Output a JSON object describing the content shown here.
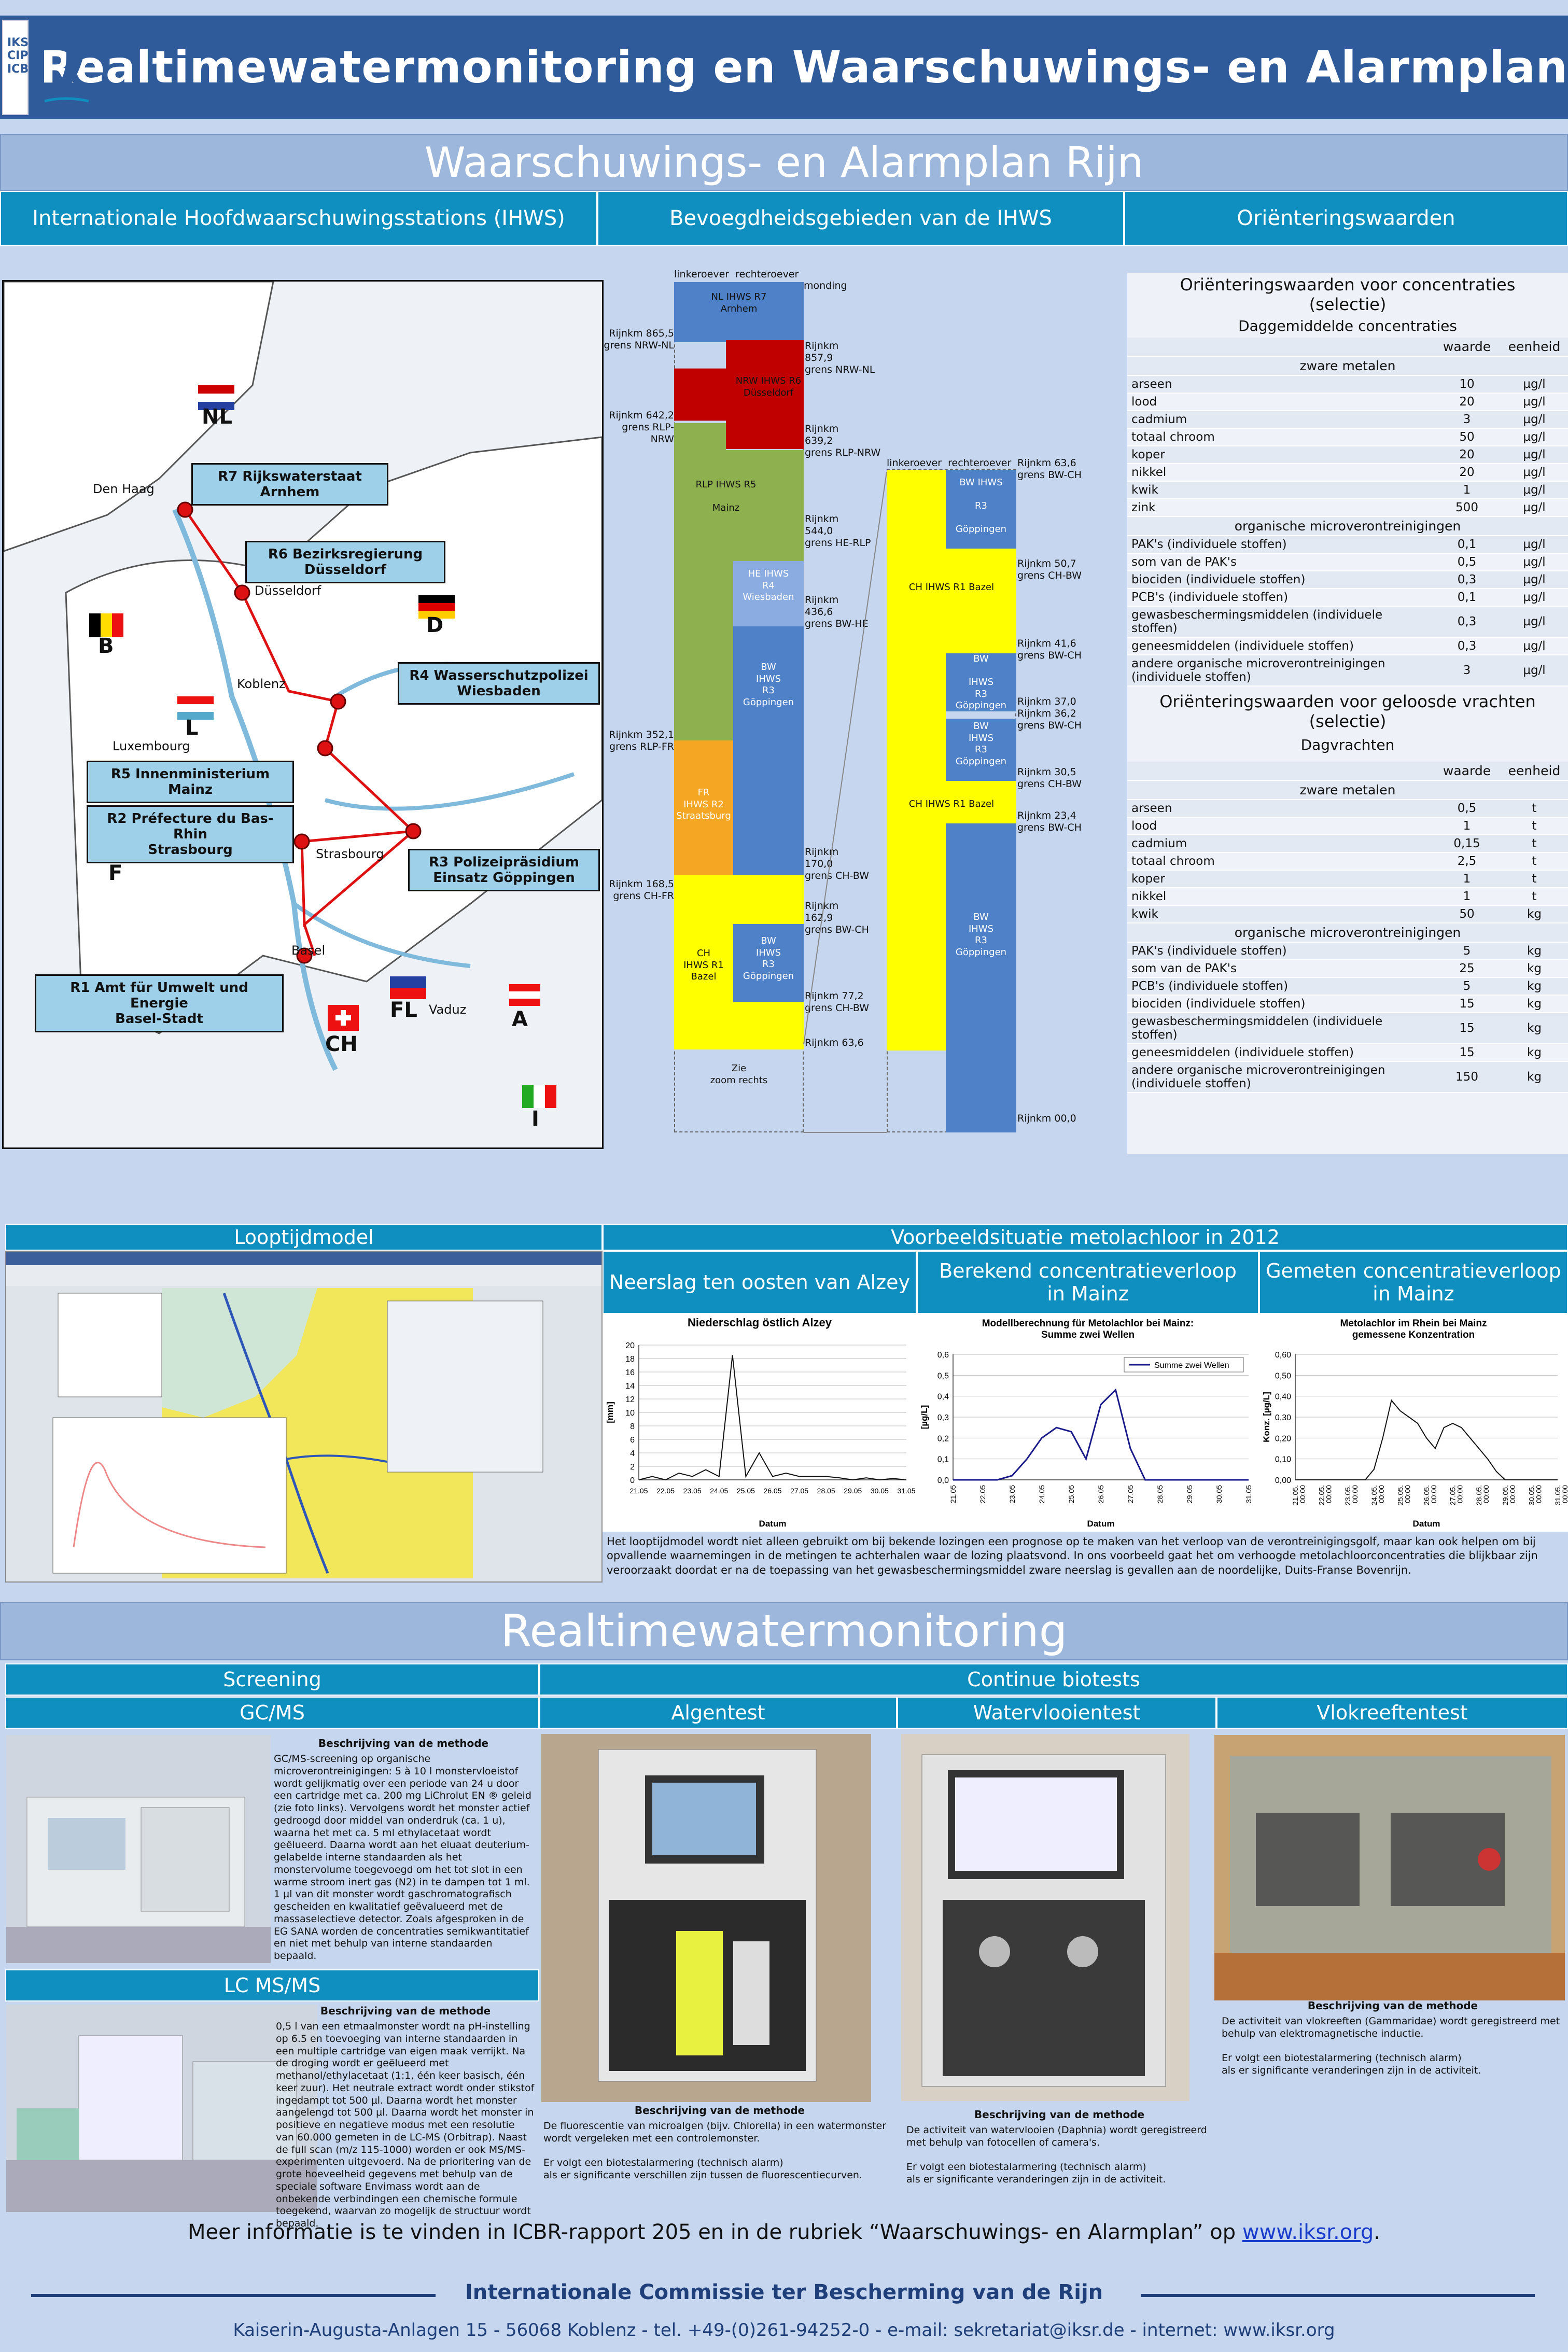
{
  "header": {
    "logo_lines": [
      "IKSR",
      "CIPR",
      "ICBR"
    ],
    "title": "Realtimewatermonitoring en Waarschuwings- en Alarmplan"
  },
  "section1": {
    "title": "Waarschuwings- en Alarmplan Rijn",
    "tabs": [
      "Internationale Hoofdwaarschuwingsstations (IHWS)",
      "Bevoegdheidsgebieden van de IHWS",
      "Oriënteringswaarden"
    ]
  },
  "map": {
    "countries": [
      "NL",
      "B",
      "D",
      "L",
      "F",
      "CH",
      "FL",
      "A",
      "I"
    ],
    "stations": [
      "R7 Rijkswaterstaat\nArnhem",
      "R6 Bezirksregierung\nDüsseldorf",
      "R4 Wasserschutzpolizei\nWiesbaden",
      "R5 Innenministerium\nMainz",
      "R2 Préfecture du Bas-Rhin\nStrasbourg",
      "R3 Polizeipräsidium\nEinsatz Göppingen",
      "R1 Amt für Umwelt und Energie\nBasel-Stadt"
    ],
    "cities": [
      "Den Haag",
      "Düsseldorf",
      "Koblenz",
      "Luxembourg",
      "Strasbourg",
      "Basel",
      "Vaduz"
    ]
  },
  "diagram": {
    "left_header": "linkeroever  rechteroever",
    "monding": "monding",
    "left_segments": [
      "NL IHWS R7\nArnhem",
      "NRW IHWS R6\nDüsseldorf",
      "RLP IHWS R5\n\nMainz",
      "HE IHWS\nR4\nWiesbaden",
      "BW\nIHWS\nR3\nGöppingen",
      "FR\nIHWS R2\nStraatsburg",
      "CH\nIHWS R1\nBazel",
      "BW\nIHWS\nR3\nGöppingen",
      "Zie\nzoom rechts"
    ],
    "left_km": [
      "Rijnkm 865,5\ngrens NRW-NL",
      "Rijnkm 642,2\ngrens RLP-NRW",
      "Rijnkm 352,1\ngrens RLP-FR",
      "Rijnkm 168,5\ngrens CH-FR"
    ],
    "right_km": [
      "Rijnkm\n857,9\ngrens NRW-NL",
      "Rijnkm\n639,2\ngrens RLP-NRW",
      "Rijnkm\n544,0\ngrens HE-RLP",
      "Rijnkm\n436,6\ngrens BW-HE",
      "Rijnkm\n170,0\ngrens CH-BW",
      "Rijnkm\n162,9\ngrens BW-CH",
      "Rijnkm 77,2\ngrens CH-BW",
      "Rijnkm 63,6"
    ],
    "zoom_header": "linkeroever  rechteroever",
    "zoom_segments": [
      "BW IHWS\n\nR3\n\nGöppingen",
      "CH IHWS R1 Bazel",
      "BW\n\nIHWS\nR3\nGöppingen",
      "BW\nIHWS\nR3\nGöppingen",
      "CH IHWS R1 Bazel",
      "BW\nIHWS\nR3\nGöppingen"
    ],
    "zoom_km": [
      "Rijnkm 63,6\ngrens BW-CH",
      "Rijnkm 50,7\ngrens CH-BW",
      "Rijnkm 41,6\ngrens BW-CH",
      "Rijnkm 37,0\nRijnkm 36,2\ngrens BW-CH",
      "Rijnkm 30,5\ngrens CH-BW",
      "Rijnkm 23,4\ngrens BW-CH",
      "Rijnkm 00,0"
    ]
  },
  "conc": {
    "title": "Oriënteringswaarden voor concentraties\n(selectie)",
    "subtitle": "Daggemiddelde concentraties",
    "col_value": "waarde",
    "col_unit": "eenheid",
    "group1": "zware metalen",
    "group2": "organische microverontreinigingen",
    "rows1": [
      [
        "arseen",
        "10",
        "µg/l"
      ],
      [
        "lood",
        "20",
        "µg/l"
      ],
      [
        "cadmium",
        "3",
        "µg/l"
      ],
      [
        "totaal chroom",
        "50",
        "µg/l"
      ],
      [
        "koper",
        "20",
        "µg/l"
      ],
      [
        "nikkel",
        "20",
        "µg/l"
      ],
      [
        "kwik",
        "1",
        "µg/l"
      ],
      [
        "zink",
        "500",
        "µg/l"
      ]
    ],
    "rows2": [
      [
        "PAK's (individuele stoffen)",
        "0,1",
        "µg/l"
      ],
      [
        "som van de PAK's",
        "0,5",
        "µg/l"
      ],
      [
        "biociden (individuele stoffen)",
        "0,3",
        "µg/l"
      ],
      [
        "PCB's (individuele stoffen)",
        "0,1",
        "µg/l"
      ],
      [
        "gewasbeschermingsmiddelen (individuele stoffen)",
        "0,3",
        "µg/l"
      ],
      [
        "geneesmiddelen (individuele stoffen)",
        "0,3",
        "µg/l"
      ],
      [
        "andere organische microverontreinigingen (individuele stoffen)",
        "3",
        "µg/l"
      ]
    ]
  },
  "loads": {
    "title": "Oriënteringswaarden voor geloosde vrachten\n(selectie)",
    "subtitle": "Dagvrachten",
    "col_value": "waarde",
    "col_unit": "eenheid",
    "group1": "zware metalen",
    "group2": "organische microverontreinigingen",
    "rows1": [
      [
        "arseen",
        "0,5",
        "t"
      ],
      [
        "lood",
        "1",
        "t"
      ],
      [
        "cadmium",
        "0,15",
        "t"
      ],
      [
        "totaal chroom",
        "2,5",
        "t"
      ],
      [
        "koper",
        "1",
        "t"
      ],
      [
        "nikkel",
        "1",
        "t"
      ],
      [
        "kwik",
        "50",
        "kg"
      ]
    ],
    "rows2": [
      [
        "PAK's (individuele stoffen)",
        "5",
        "kg"
      ],
      [
        "som van de PAK's",
        "25",
        "kg"
      ],
      [
        "PCB's (individuele stoffen)",
        "5",
        "kg"
      ],
      [
        "biociden (individuele stoffen)",
        "15",
        "kg"
      ],
      [
        "gewasbeschermingsmiddelen (individuele stoffen)",
        "15",
        "kg"
      ],
      [
        "geneesmiddelen (individuele stoffen)",
        "15",
        "kg"
      ],
      [
        "andere organische microverontreinigingen (individuele stoffen)",
        "150",
        "kg"
      ]
    ]
  },
  "looptijd": {
    "title": "Looptijdmodel",
    "example_title": "Voorbeeldsituatie metolachloor in 2012",
    "col1": "Neerslag ten oosten van Alzey",
    "col2": "Berekend concentratieverloop\nin Mainz",
    "col3": "Gemeten concentratieverloop\nin Mainz",
    "description": "Het looptijdmodel wordt niet alleen gebruikt om bij bekende lozingen een prognose op te maken van het verloop van de verontreinigingsgolf, maar kan ook helpen om bij opvallende waarnemingen in de metingen te achterhalen waar de lozing plaatsvond. In ons voorbeeld gaat het om verhoogde metolachloorconcentraties die blijkbaar zijn veroorzaakt doordat er na de toepassing van het gewasbeschermingsmiddel zware neerslag is gevallen aan de noordelijke, Duits-Franse Bovenrijn."
  },
  "chart_data": [
    {
      "type": "line",
      "title": "Niederschlag östlich Alzey",
      "xlabel": "Datum",
      "ylabel": "[mm]",
      "ylim": [
        0,
        20
      ],
      "x": [
        "21.05",
        "22.05",
        "23.05",
        "24.05",
        "25.05",
        "26.05",
        "27.05",
        "28.05",
        "29.05",
        "30.05",
        "31.05"
      ],
      "values": [
        0,
        0.5,
        0,
        1,
        0.5,
        1.5,
        0.5,
        18.5,
        0.5,
        4,
        0.5,
        1,
        0.5,
        0.5,
        0.5,
        0.3,
        0,
        0.3,
        0,
        0.2,
        0
      ]
    },
    {
      "type": "line",
      "title": "Modellberechnung für Metolachlor bei Mainz:\nSumme zwei Wellen",
      "xlabel": "Datum",
      "ylabel": "[µg/L]",
      "ylim": [
        0,
        0.6
      ],
      "x": [
        "21.05",
        "22.05",
        "23.05",
        "24.05",
        "25.05",
        "26.05",
        "27.05",
        "28.05",
        "29.05",
        "30.05",
        "31.05"
      ],
      "series": [
        {
          "name": "Summe zwei Wellen",
          "values": [
            0,
            0,
            0,
            0,
            0.02,
            0.1,
            0.2,
            0.25,
            0.23,
            0.1,
            0.36,
            0.43,
            0.15,
            0,
            0,
            0,
            0,
            0,
            0,
            0,
            0
          ]
        }
      ]
    },
    {
      "type": "line",
      "title": "Metolachlor im Rhein bei Mainz\ngemessene Konzentration",
      "xlabel": "Datum",
      "ylabel": "Konz. [µg/L]",
      "ylim": [
        0,
        0.6
      ],
      "x": [
        "21.05.\n00:00",
        "22.05.\n00:00",
        "23.05.\n00:00",
        "24.05.\n00:00",
        "25.05.\n00:00",
        "26.05.\n00:00",
        "27.05.\n00:00",
        "28.05.\n00:00",
        "29.05.\n00:00",
        "30.05.\n00:00",
        "31.05.\n00:00"
      ],
      "values": [
        0,
        0,
        0,
        0,
        0,
        0,
        0,
        0,
        0,
        0.05,
        0.2,
        0.38,
        0.33,
        0.3,
        0.27,
        0.2,
        0.15,
        0.25,
        0.27,
        0.25,
        0.2,
        0.15,
        0.1,
        0.04,
        0,
        0,
        0,
        0,
        0,
        0,
        0
      ]
    }
  ],
  "realtime": {
    "title": "Realtimewatermonitoring",
    "screening": "Screening",
    "biotests": "Continue biotests",
    "gcms": "GC/MS",
    "lcms": "LC MS/MS",
    "algen": "Algentest",
    "water": "Watervlooientest",
    "vlok": "Vlokreeftentest",
    "method_title": "Beschrijving van de methode",
    "gcms_text": "GC/MS-screening op organische microverontreinigingen: 5 à 10 l monstervloeistof wordt gelijkmatig over een periode van 24 u door een cartridge met ca. 200 mg LiChrolut EN ® geleid (zie foto links). Vervolgens wordt het monster actief gedroogd door middel van onderdruk (ca. 1 u), waarna het met ca. 5 ml ethylacetaat wordt geëlueerd. Daarna wordt aan het eluaat deuterium-gelabelde interne standaarden als het monstervolume toegevoegd om het tot slot in een warme stroom inert gas (N2) in te dampen tot 1 ml. 1 µl van dit monster wordt gaschromatografisch gescheiden en kwalitatief geëvalueerd met de massaselectieve detector. Zoals afgesproken in de EG SANA worden de concentraties semikwantitatief en niet met behulp van interne standaarden bepaald.",
    "lcms_text": "0,5 l van een etmaalmonster wordt na pH-instelling op 6.5 en toevoeging van interne standaarden in een multiple cartridge van eigen maak verrijkt. Na de droging wordt er geëlueerd met methanol/ethylacetaat (1:1, één keer basisch, één keer zuur). Het neutrale extract wordt onder stikstof ingedampt tot 500 µl. Daarna wordt het monster aangelengd tot 500 µl. Daarna wordt het monster in positieve en negatieve modus met een resolutie van 60.000 gemeten in de LC-MS (Orbitrap). Naast de full scan (m/z 115-1000) worden er ook MS/MS-experimenten uitgevoerd. Na de prioritering van de grote hoeveelheid gegevens met behulp van de speciale software Envimass wordt aan de onbekende verbindingen een chemische formule toegekend, waarvan zo mogelijk de structuur wordt bepaald.",
    "algen_text": "De fluorescentie van microalgen (bijv. Chlorella) in een watermonster wordt vergeleken met een controlemonster.\n\nEr volgt een biotestalarmering (technisch alarm)\nals er significante verschillen zijn tussen de fluorescentiecurven.",
    "water_text": "De activiteit van watervlooien (Daphnia) wordt geregistreerd met behulp van fotocellen of camera's.\n\nEr volgt een biotestalarmering (technisch alarm)\nals er significante veranderingen zijn in de activiteit.",
    "vlok_text": "De activiteit van vlokreeften (Gammaridae) wordt geregistreerd met behulp van elektromagnetische inductie.\n\nEr volgt een biotestalarmering (technisch alarm)\nals er significante veranderingen zijn in de activiteit."
  },
  "footer": {
    "more_prefix": "Meer informatie is te vinden in ICBR-rapport 205 en in de rubriek “Waarschuwings- en Alarmplan” op ",
    "more_link": "www.iksr.org",
    "more_suffix": ".",
    "org": "Internationale Commissie ter Bescherming van de Rijn",
    "address": "Kaiserin-Augusta-Anlagen 15 - 56068 Koblenz - tel. +49-(0)261-94252-0 - e-mail: sekretariat@iksr.de - internet: www.iksr.org"
  },
  "colors": {
    "header": "#2f5b9a",
    "cyan": "#0f8fbf",
    "red": "#c00000",
    "green": "#8fb04e",
    "yellow": "#ffff00",
    "blue": "#4f81c8",
    "orange": "#f5a623",
    "lightblue": "#8aace0"
  }
}
